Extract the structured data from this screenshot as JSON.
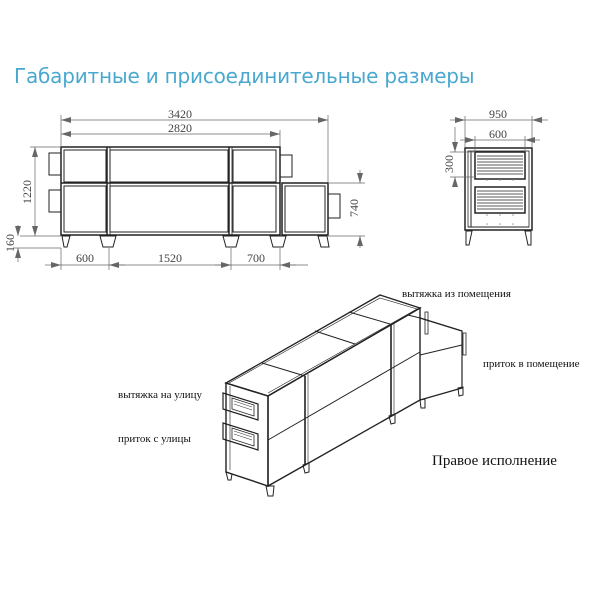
{
  "title": "Габаритные и присоединительные размеры",
  "side_view": {
    "dimensions": {
      "total_length": "3420",
      "main_length": "2820",
      "height": "1220",
      "leg_height": "160",
      "small_block_height": "740",
      "section_1": "600",
      "section_2": "1520",
      "section_3": "700"
    }
  },
  "end_view": {
    "dimensions": {
      "width": "950",
      "grille_width": "600",
      "grille_height": "300"
    }
  },
  "iso_view": {
    "labels": {
      "exhaust_from_room": "вытяжка из помещения",
      "supply_to_room": "приток в помещение",
      "exhaust_to_street": "вытяжка на улицу",
      "supply_from_street": "приток с улицы"
    },
    "caption": "Правое исполнение"
  }
}
